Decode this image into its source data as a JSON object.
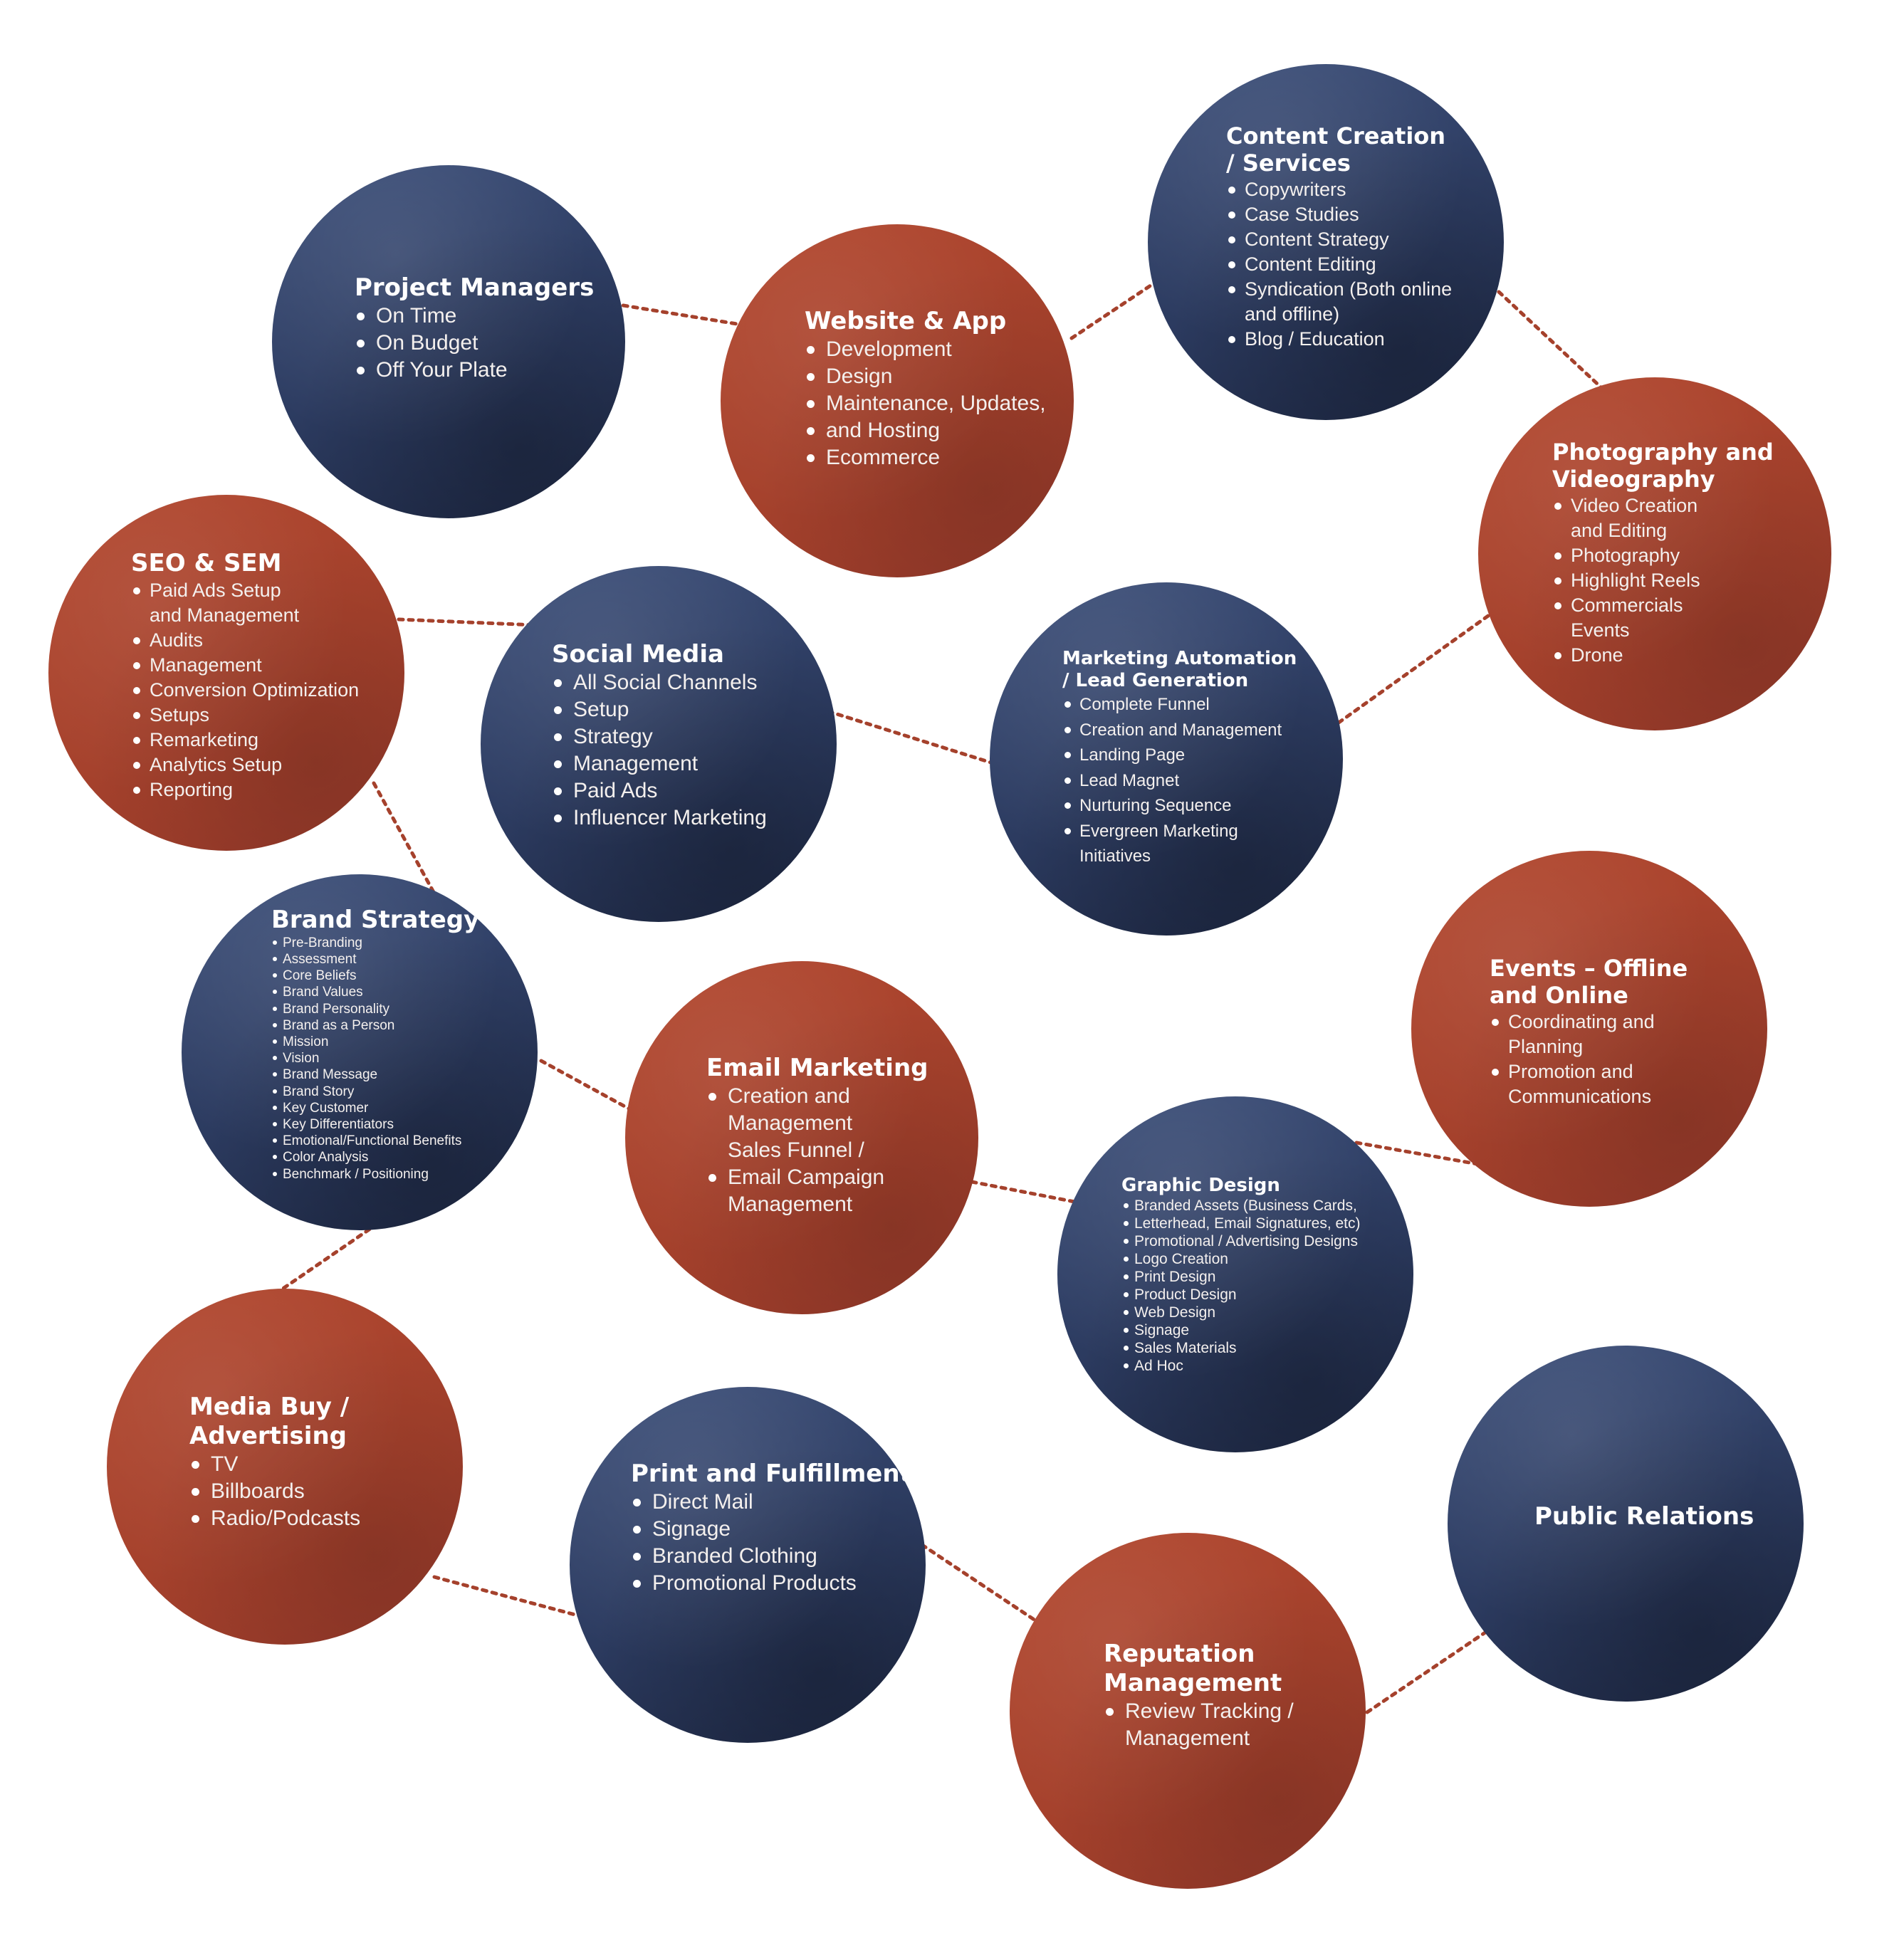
{
  "colors": {
    "blue": "#2f3f66",
    "red": "#a5412c",
    "connector": "#a5412c",
    "background": "#ffffff"
  },
  "nodes": {
    "project_managers": {
      "title": "Project Managers",
      "items": [
        "On Time",
        "On Budget",
        "Off Your Plate"
      ]
    },
    "website_app": {
      "title": "Website & App",
      "items": [
        "Development",
        "Design",
        "Maintenance, Updates,",
        "and Hosting",
        "Ecommerce"
      ]
    },
    "content_creation": {
      "title_lines": [
        "Content Creation",
        "/ Services"
      ],
      "items": [
        "Copywriters",
        "Case Studies",
        "Content Strategy",
        "Content Editing",
        "Syndication (Both online",
        "and offline)",
        "Blog / Education"
      ]
    },
    "photography": {
      "title_lines": [
        "Photography and",
        "Videography"
      ],
      "items": [
        "Video Creation",
        "and Editing",
        "Photography",
        "Highlight Reels",
        "Commercials",
        "Events",
        "Drone"
      ]
    },
    "seo_sem": {
      "title": "SEO & SEM",
      "items": [
        "Paid Ads Setup",
        "and Management",
        "Audits",
        "Management",
        "Conversion Optimization",
        "Setups",
        "Remarketing",
        "Analytics Setup",
        "Reporting"
      ]
    },
    "social_media": {
      "title": "Social Media",
      "items": [
        "All Social Channels",
        "Setup",
        "Strategy",
        "Management",
        "Paid Ads",
        "Influencer Marketing"
      ]
    },
    "marketing_automation": {
      "title_lines": [
        "Marketing Automation",
        "/ Lead Generation"
      ],
      "items": [
        "Complete Funnel",
        "Creation and Management",
        "Landing Page",
        "Lead Magnet",
        "Nurturing Sequence",
        "Evergreen Marketing",
        "Initiatives"
      ]
    },
    "brand_strategy": {
      "title": "Brand Strategy",
      "items": [
        "Pre-Branding",
        "Assessment",
        "Core Beliefs",
        "Brand Values",
        "Brand Personality",
        "Brand as a Person",
        "Mission",
        "Vision",
        "Brand Message",
        "Brand Story",
        "Key Customer",
        "Key Differentiators",
        "Emotional/Functional Benefits",
        "Color Analysis",
        "Benchmark / Positioning"
      ]
    },
    "events": {
      "title_lines": [
        "Events – Offline",
        "and Online"
      ],
      "items": [
        "Coordinating and",
        "Planning",
        "Promotion and",
        "Communications"
      ]
    },
    "email_marketing": {
      "title": "Email Marketing",
      "items": [
        "Creation and",
        "Management",
        "Sales Funnel /",
        "Email Campaign",
        "Management"
      ]
    },
    "graphic_design": {
      "title": "Graphic Design",
      "items": [
        "Branded Assets (Business Cards,",
        "Letterhead, Email Signatures, etc)",
        "Promotional / Advertising Designs",
        "Logo Creation",
        "Print Design",
        "Product Design",
        "Web Design",
        "Signage",
        "Sales Materials",
        "Ad Hoc"
      ]
    },
    "media_buy": {
      "title_lines": [
        "Media Buy /",
        "Advertising"
      ],
      "items": [
        "TV",
        "Billboards",
        "Radio/Podcasts"
      ]
    },
    "print_fulfillment": {
      "title": "Print and Fulfillment",
      "items": [
        "Direct Mail",
        "Signage",
        "Branded Clothing",
        "Promotional Products"
      ]
    },
    "reputation": {
      "title_lines": [
        "Reputation",
        "Management"
      ],
      "items": [
        "Review Tracking /",
        "Management"
      ]
    },
    "public_relations": {
      "title": "Public Relations"
    }
  }
}
